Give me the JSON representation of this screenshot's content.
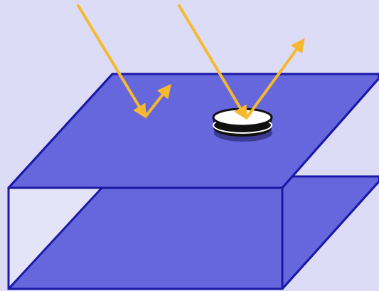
{
  "colors": {
    "background": "#dcdcf7",
    "box_fill": "#6666dd",
    "box_edge": "#1a1aa6",
    "side_face": "#e4e4f8",
    "ray": "#f5b82e",
    "disk_top": "#ffffff",
    "disk_rim": "#101010",
    "disk_shadow": "#3b3b92"
  },
  "elements": {
    "box": "transparent-box",
    "top_face": "box-top-face",
    "bottom_face": "box-bottom-face",
    "disk": "reflective-disk",
    "ray_left": "incident-ray-with-short-reflection",
    "ray_right": "incident-ray-with-long-reflection"
  }
}
